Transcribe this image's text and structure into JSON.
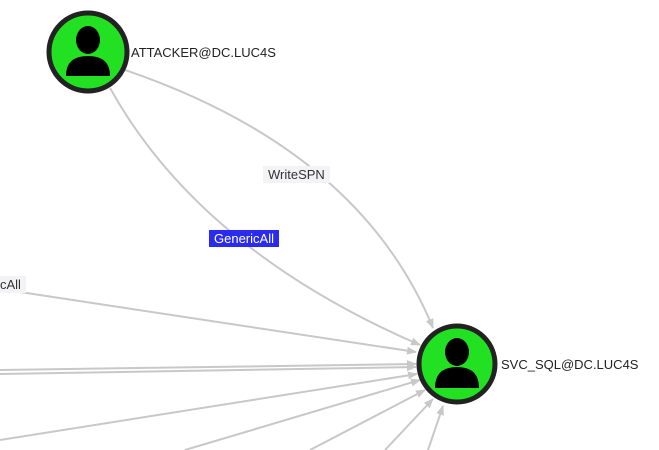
{
  "nodes": [
    {
      "label": "ATTACKER@DC.LUC4S",
      "type": "user",
      "icon": "user-icon"
    },
    {
      "label": "SVC_SQL@DC.LUC4S",
      "type": "user",
      "icon": "user-icon"
    }
  ],
  "edges": [
    {
      "label": "WriteSPN",
      "selected": false
    },
    {
      "label": "GenericAll",
      "selected": true
    },
    {
      "label": "cAll",
      "selected": false
    }
  ],
  "colors": {
    "node_fill": "#22e022",
    "node_border": "#222222",
    "edge": "#c8c8c8",
    "selected_edge_label": "#2b2bf0"
  }
}
